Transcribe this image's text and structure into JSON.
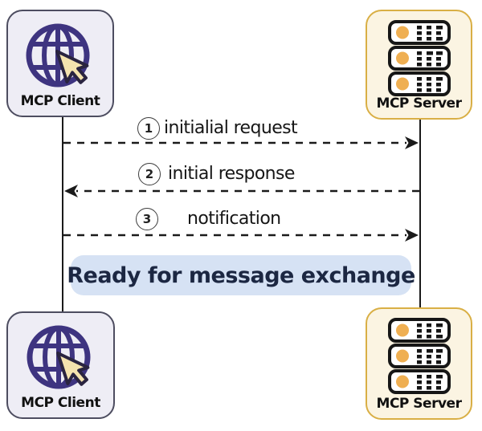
{
  "diagram": {
    "nodes": {
      "client_top": {
        "label": "MCP Client",
        "icon": "globe-with-cursor-icon"
      },
      "server_top": {
        "label": "MCP Server",
        "icon": "server-stack-icon"
      },
      "client_bottom": {
        "label": "MCP Client",
        "icon": "globe-with-cursor-icon"
      },
      "server_bottom": {
        "label": "MCP Server",
        "icon": "server-stack-icon"
      }
    },
    "messages": [
      {
        "num": "1",
        "label": "initialial request",
        "direction": "client-to-server",
        "line_style": "dashed"
      },
      {
        "num": "2",
        "label": "initial response",
        "direction": "server-to-client",
        "line_style": "dashed"
      },
      {
        "num": "3",
        "label": "notification",
        "direction": "client-to-server",
        "line_style": "dashed"
      }
    ],
    "status_banner": {
      "label": "Ready for message exchange"
    },
    "colors": {
      "client_box_bg": "#eeedf5",
      "client_box_border": "#4d4d60",
      "server_box_bg": "#fbf4e2",
      "server_box_border": "#d9af45",
      "globe_purple": "#3e3480",
      "cursor_fill": "#f4e3ae",
      "server_led_orange": "#efaf52",
      "banner_bg": "#d6e2f4",
      "banner_text": "#1c2742",
      "line_color": "#1a1a1a"
    }
  }
}
